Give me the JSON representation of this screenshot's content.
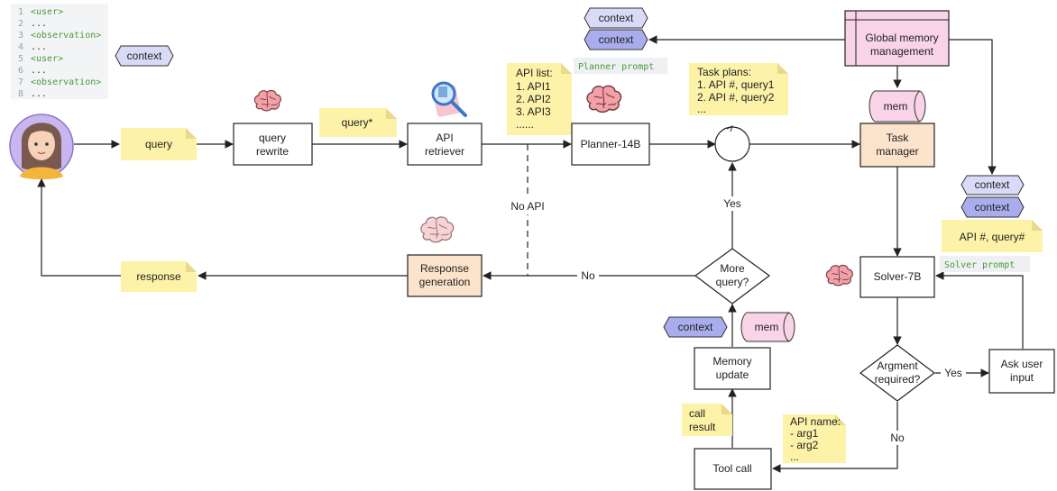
{
  "chat_log": {
    "lines": [
      {
        "num": "1",
        "text": "<user>"
      },
      {
        "num": "2",
        "text": "..."
      },
      {
        "num": "3",
        "text": "<observation>"
      },
      {
        "num": "4",
        "text": "..."
      },
      {
        "num": "5",
        "text": "<user>"
      },
      {
        "num": "6",
        "text": "..."
      },
      {
        "num": "7",
        "text": "<observation>"
      },
      {
        "num": "8",
        "text": "..."
      }
    ]
  },
  "tags": {
    "context": "context",
    "mem": "mem"
  },
  "notes": {
    "query": "query",
    "query_star": "query*",
    "response": "response",
    "api_list": [
      "API list:",
      "1. API1",
      "2. API2",
      "3. API3",
      "......"
    ],
    "task_plans": [
      "Task plans:",
      "1. API #, query1",
      "2. API #, query2",
      "..."
    ],
    "api_query": "API #, query#",
    "call_result": [
      "call",
      "result"
    ],
    "api_name": [
      "API name:",
      "- arg1",
      "- arg2",
      "..."
    ]
  },
  "prompts": {
    "planner": "Planner prompt",
    "solver": "Solver prompt"
  },
  "nodes": {
    "query_rewrite": [
      "query",
      "rewrite"
    ],
    "api_retriever": [
      "API",
      "retriever"
    ],
    "planner": "Planner-14B",
    "task_manager": [
      "Task",
      "manager"
    ],
    "global_memory": [
      "Global memory",
      "management"
    ],
    "response_generation": [
      "Response",
      "generation"
    ],
    "more_query": [
      "More",
      "query?"
    ],
    "solver": "Solver-7B",
    "argment_required": [
      "Argment",
      "required?"
    ],
    "ask_user": [
      "Ask user",
      "input"
    ],
    "memory_update": [
      "Memory",
      "update"
    ],
    "tool_call": "Tool call"
  },
  "edge_labels": {
    "no_api": "No API",
    "yes": "Yes",
    "no": "No"
  },
  "colors": {
    "note": "#fdf3a8",
    "orange_box": "#fbe3cc",
    "context_light": "#d8daf7",
    "context_dark": "#a9adee",
    "mem": "#f9d4e8",
    "brain": "#f3a0a8"
  }
}
